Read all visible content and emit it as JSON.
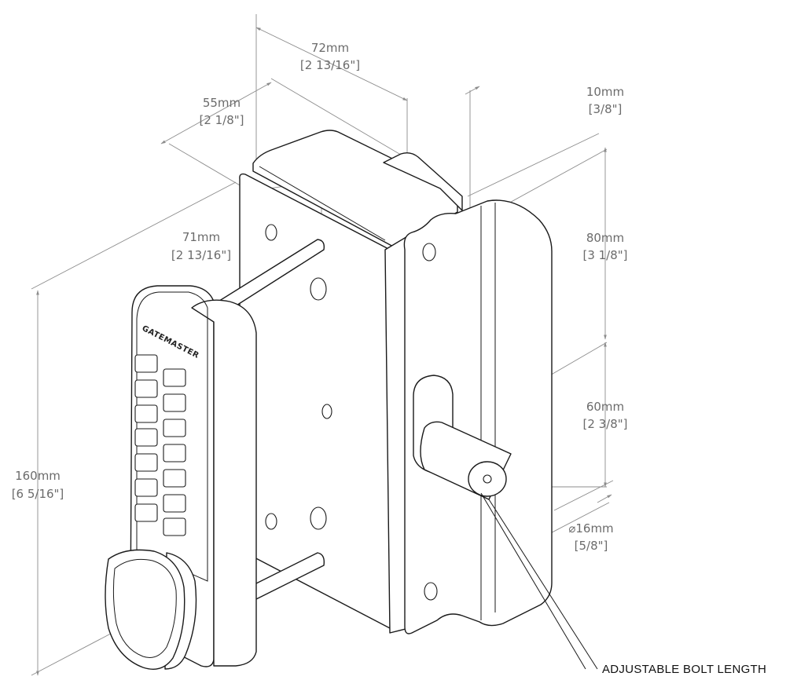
{
  "title": "",
  "brand": "GATEMASTER",
  "colors": {
    "line": "#1a1a1a",
    "dimension": "#8c8c8c",
    "dimension_text": "#6b6b6b",
    "background": "#ffffff"
  },
  "dimensions": {
    "width_72": {
      "metric": "72mm",
      "imperial": "[2 13/16\"]"
    },
    "width_55": {
      "metric": "55mm",
      "imperial": "[2 1/8\"]"
    },
    "depth_71": {
      "metric": "71mm",
      "imperial": "[2 13/16\"]"
    },
    "height_160": {
      "metric": "160mm",
      "imperial": "[6 5/16\"]"
    },
    "plate_10": {
      "metric": "10mm",
      "imperial": "[3/8\"]"
    },
    "spacing_80": {
      "metric": "80mm",
      "imperial": "[3 1/8\"]"
    },
    "spacing_60": {
      "metric": "60mm",
      "imperial": "[2 3/8\"]"
    },
    "bolt_16": {
      "metric": "⌀16mm",
      "imperial": "[5/8\"]"
    }
  },
  "callouts": {
    "bolt_length": "ADJUSTABLE BOLT LENGTH"
  }
}
